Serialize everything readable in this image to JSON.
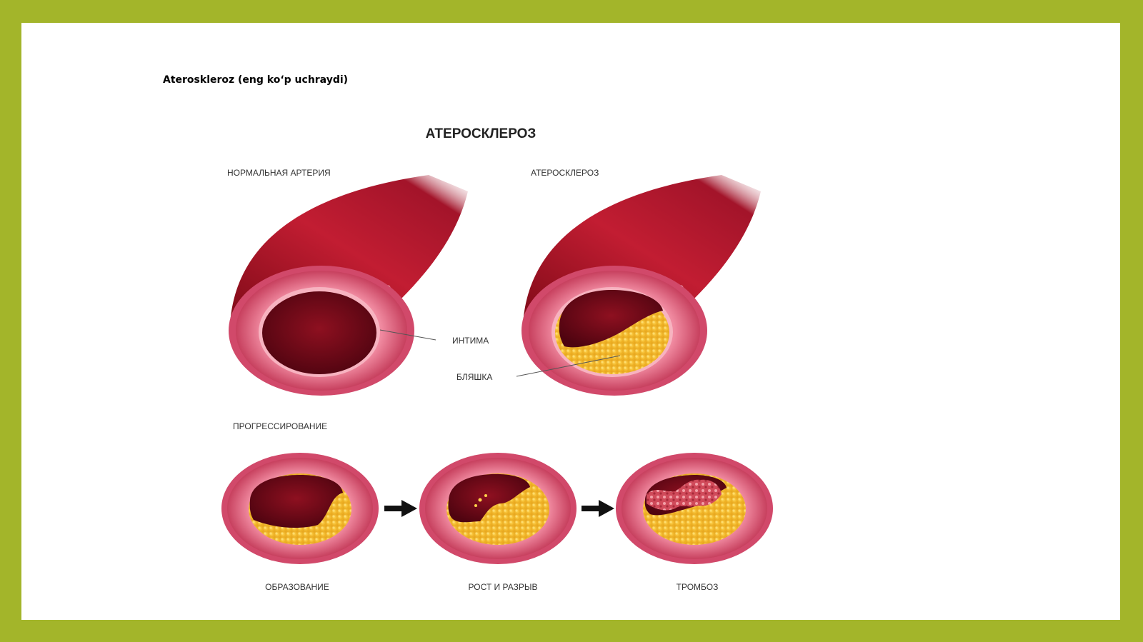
{
  "slide": {
    "title": "Ateroskleroz (eng ko‘p uchraydi)"
  },
  "diagram": {
    "main_title": "АТЕРОСКЛЕРОЗ",
    "normal_label": "НОРМАЛЬНАЯ АРТЕРИЯ",
    "athero_label": "АТЕРОСКЛЕРОЗ",
    "intima_label": "ИНТИМА",
    "plaque_label": "БЛЯШКА",
    "progression_label": "ПРОГРЕССИРОВАНИЕ",
    "stages": [
      {
        "label": "ОБРАЗОВАНИЕ"
      },
      {
        "label": "РОСТ И РАЗРЫВ"
      },
      {
        "label": "ТРОМБОЗ"
      }
    ],
    "colors": {
      "frame": "#a3b52a",
      "vessel_dark": "#8e0f1c",
      "vessel_mid": "#c41e33",
      "wall_pink": "#e66a86",
      "lumen": "#6e0814",
      "plaque": "#f5bd2e",
      "clot": "#d8505e"
    }
  }
}
